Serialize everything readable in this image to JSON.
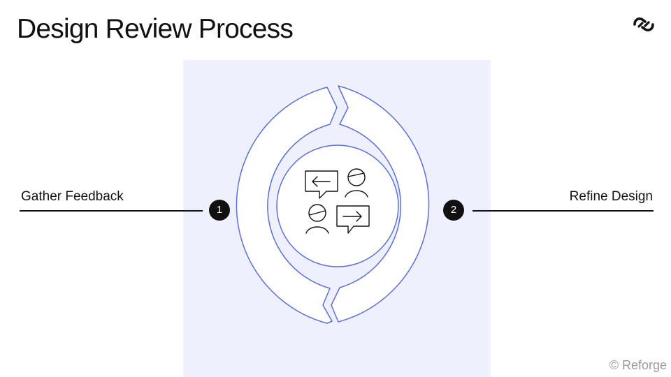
{
  "header": {
    "title": "Design Review Process",
    "logo_icon": "reforge-logo-icon"
  },
  "steps": [
    {
      "number": "1",
      "label": "Gather Feedback"
    },
    {
      "number": "2",
      "label": "Refine Design"
    }
  ],
  "center_icon": "feedback-conversation-icon",
  "footer": {
    "copyright": "© Reforge"
  },
  "colors": {
    "accent": "#5b6fd6",
    "panel": "#eef0fd",
    "text": "#111111",
    "muted": "#9a9a9a"
  }
}
